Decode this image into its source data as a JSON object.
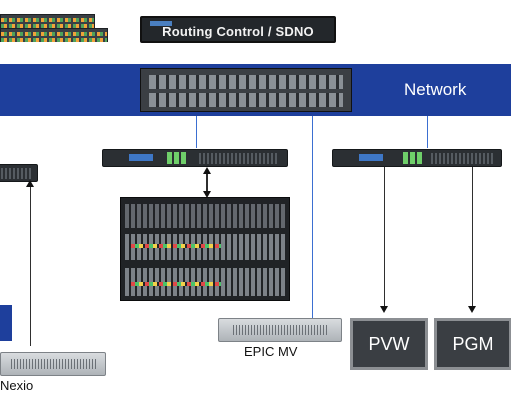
{
  "routing_control": {
    "label": "Routing Control / SDNO"
  },
  "network": {
    "label": "Network"
  },
  "devices": {
    "epic_mv": {
      "label": "EPIC MV"
    },
    "nexio": {
      "label": "Nexio"
    }
  },
  "monitors": [
    {
      "label": "PVW"
    },
    {
      "label": "PGM"
    }
  ],
  "colors": {
    "network_band": "#1e3f9c",
    "link_line": "#3b6fd1",
    "monitor_body": "#3a3e43"
  }
}
